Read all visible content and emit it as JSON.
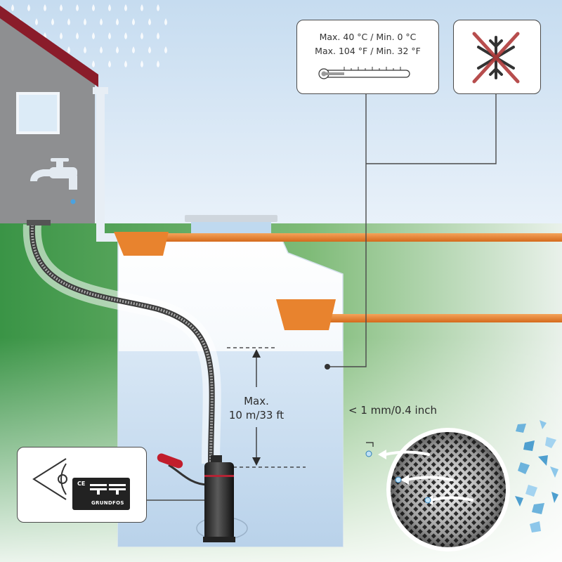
{
  "temperature": {
    "celsius": "Max. 40 °C / Min. 0 °C",
    "fahrenheit": "Max. 104 °F / Min. 32 °F"
  },
  "depth": {
    "line1": "Max.",
    "line2": "10 m/33 ft"
  },
  "strainer": {
    "particle_size": "< 1 mm/0.4 inch"
  },
  "nameplate": {
    "ce_mark": "CE",
    "brand": "GRUNDFOS"
  },
  "colors": {
    "pipe": "#e8832e",
    "water": "#c9ddf0",
    "house": "#8e8f91",
    "roof": "#8a1c2a",
    "grass": "#3f9a4a",
    "frost_cross": "#b03a3a"
  },
  "icons": [
    "thermometer-icon",
    "no-frost-icon",
    "eye-icon",
    "nameplate-icon"
  ]
}
